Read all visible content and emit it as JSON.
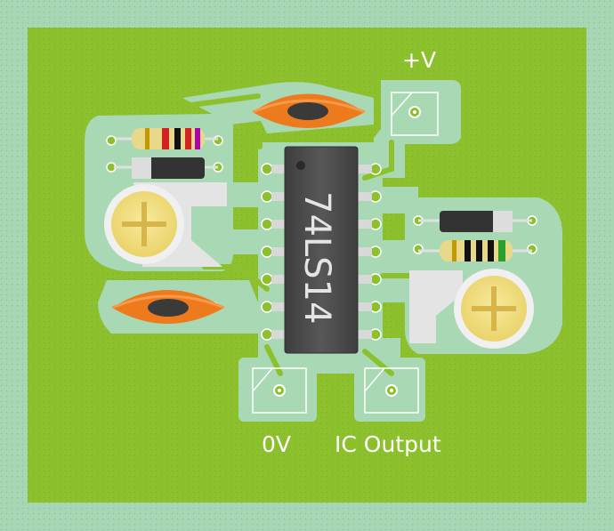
{
  "board": {
    "ic_label": "74LS14",
    "labels": {
      "power": "+V",
      "ground": "0V",
      "output": "IC Output"
    }
  },
  "colors": {
    "board_edge": "#a6d6b4",
    "copper_pour": "#8cc12d",
    "trace": "#a9d8b5",
    "chip": "#4a4a4a",
    "capacitor": "#ee7a1e",
    "trimmer": "#f3e08a",
    "label": "#ffffff"
  },
  "components": [
    {
      "name": "resistor",
      "bands": [
        "#d22",
        "#000",
        "#d22",
        "#a0a",
        "#c9a000"
      ]
    },
    {
      "name": "diode"
    },
    {
      "name": "trimmer-pot"
    },
    {
      "name": "ceramic-capacitor"
    },
    {
      "name": "ic-74ls14"
    }
  ]
}
